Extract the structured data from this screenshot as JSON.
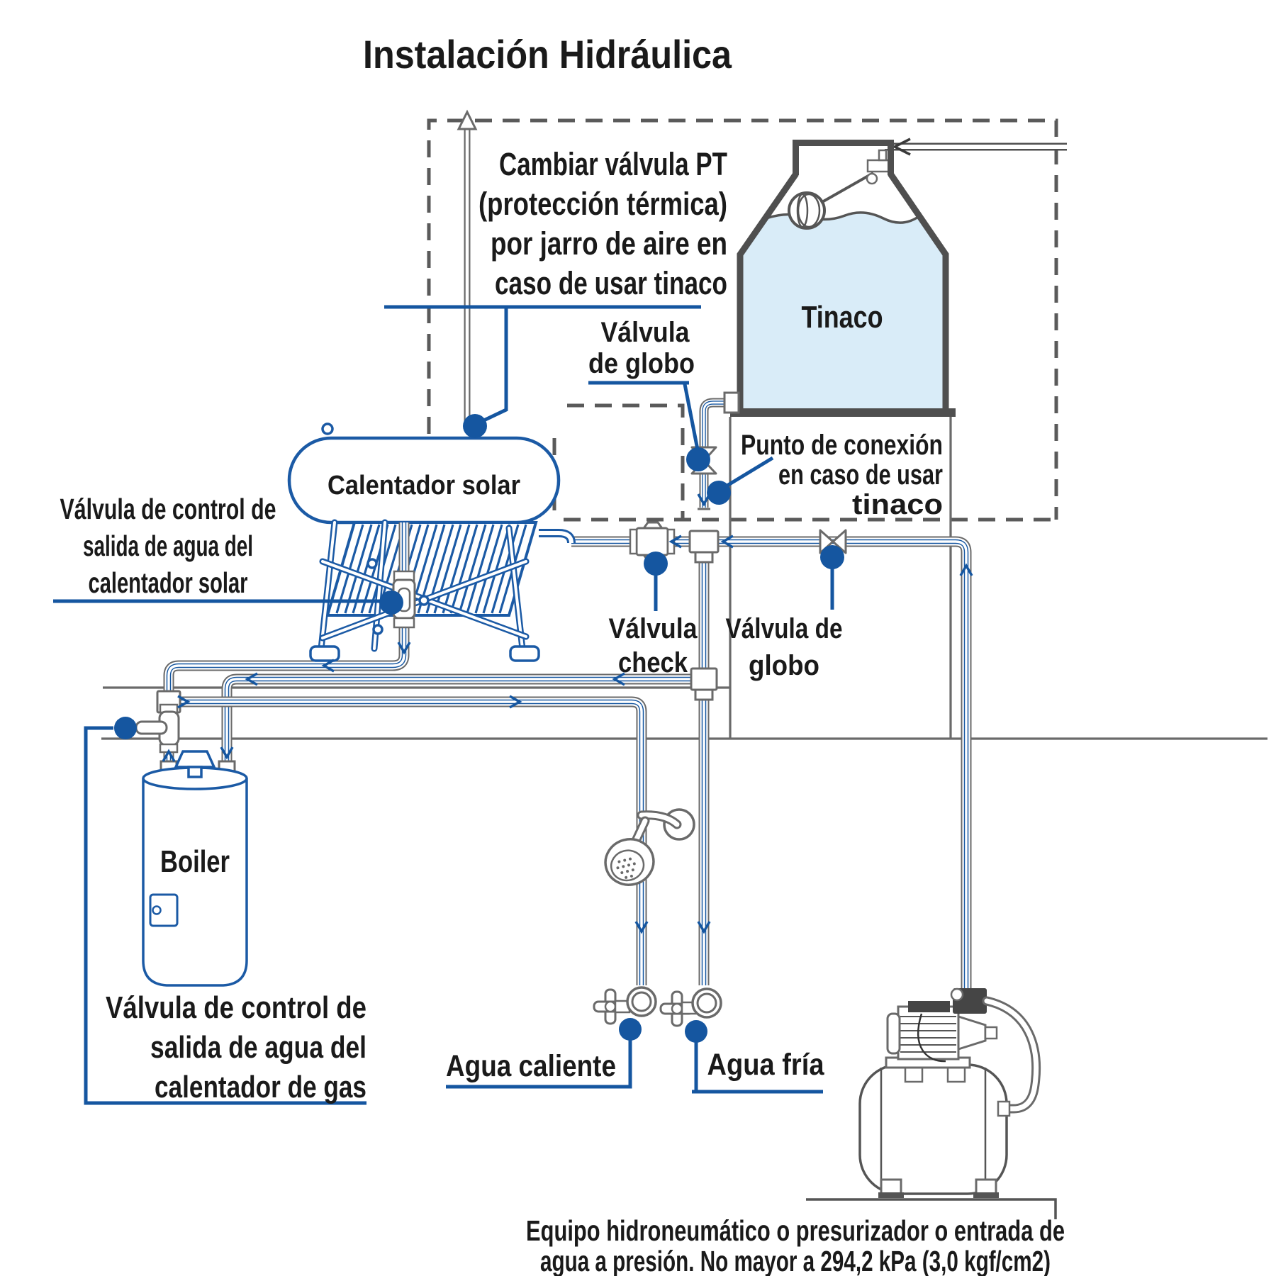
{
  "title": "Instalación Hidráulica",
  "colors": {
    "accent_blue": "#1556a0",
    "solar_blue": "#1b5aa5",
    "water_fill": "#d9ecf8",
    "pipe_gray": "#6a6a6a",
    "tank_wall_gray": "#4f4f4f",
    "dash_gray": "#5a5a5a",
    "text": "#1a1a1a"
  },
  "labels": {
    "cambiar": {
      "l1": "Cambiar válvula PT",
      "l2": "(protección térmica)",
      "l3": "por jarro de aire en",
      "l4": "caso de usar tinaco"
    },
    "valvula_globo_upper": {
      "l1": "Válvula",
      "l2": "de globo"
    },
    "tinaco": "Tinaco",
    "punto_conexion": {
      "l1": "Punto de conexión",
      "l2": "en caso de usar",
      "l3": "tinaco"
    },
    "calentador_solar": "Calentador solar",
    "valvula_control_solar": {
      "l1": "Válvula de control de",
      "l2": "salida de agua del",
      "l3": "calentador solar"
    },
    "valvula_check": {
      "l1": "Válvula",
      "l2": "check"
    },
    "valvula_globo_lower": {
      "l1": "Válvula de",
      "l2": "globo"
    },
    "boiler": "Boiler",
    "valvula_control_gas": {
      "l1": "Válvula de control de",
      "l2": "salida de agua del",
      "l3": "calentador de gas"
    },
    "agua_caliente": "Agua caliente",
    "agua_fria": "Agua fría",
    "caption": {
      "l1": "Equipo hidroneumático o presurizador o entrada de",
      "l2": "agua a presión. No mayor a 294,2 kPa (3,0 kgf/cm2)"
    }
  }
}
